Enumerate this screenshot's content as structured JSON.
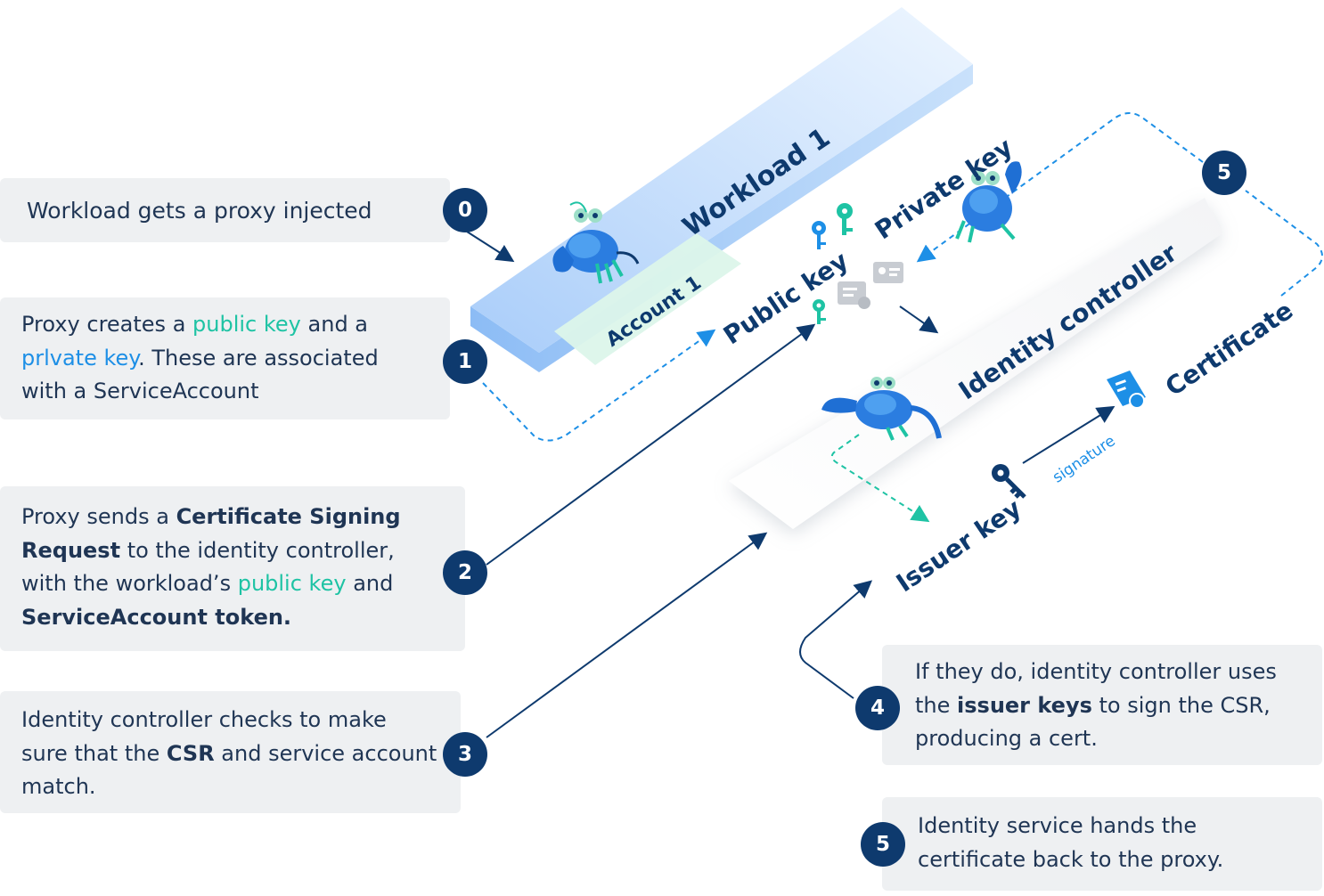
{
  "labels": {
    "workload": "Workload 1",
    "account": "Account 1",
    "private_key": "Private key",
    "public_key": "Public key",
    "identity_controller": "Identity controller",
    "certificate": "Certificate",
    "issuer_key": "Issuer key",
    "signature": "signature"
  },
  "steps": [
    {
      "badge": "0",
      "text": "Workload gets a proxy injected"
    },
    {
      "badge": "1",
      "parts": [
        "Proxy creates a ",
        "public key",
        " and a ",
        "prlvate key",
        ". These are associated with a ServiceAccount"
      ]
    },
    {
      "badge": "2",
      "parts": [
        "Proxy sends a ",
        "Certificate Signing Request",
        " to the identity controller, with the workload’s ",
        "public key",
        " and ",
        "ServiceAccount token."
      ]
    },
    {
      "badge": "3",
      "parts": [
        "Identity controller checks to make sure that the ",
        "CSR",
        " and service account match."
      ]
    },
    {
      "badge": "4",
      "parts": [
        "If they do, identity controller uses the ",
        "issuer keys",
        " to sign the CSR, producing a cert."
      ]
    },
    {
      "badge": "5",
      "text": "Identity service hands the certificate back to the proxy."
    }
  ],
  "colors": {
    "navy": "#0e3a6e",
    "text": "#1f3554",
    "teal": "#1ec3a4",
    "blue": "#1d8fe6",
    "note_bg": "#eef0f2",
    "workload_bar": "#b9d9fb",
    "account_bar": "#dcf5ea"
  },
  "icons": [
    "linkerd-lobster-icon",
    "key-icon",
    "certificate-icon",
    "id-card-icon"
  ]
}
